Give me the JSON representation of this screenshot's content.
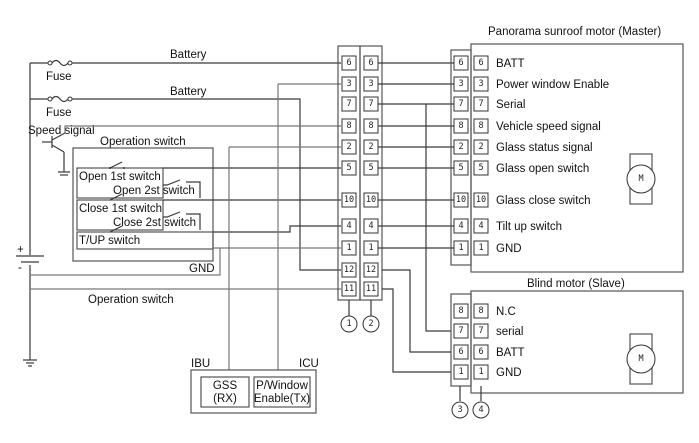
{
  "left_labels": {
    "battery_1": "Battery",
    "battery_2": "Battery",
    "fuse_1": "Fuse",
    "fuse_2": "Fuse",
    "speed_signal": "Speed signal",
    "operation_switch_group": "Operation switch",
    "open_1st": "Open 1st switch",
    "open_2st": "Open 2st switch",
    "close_1st": "Close 1st switch",
    "close_2st": "Close 2st switch",
    "tup": "T/UP switch",
    "gnd": "GND",
    "operation_switch_line": "Operation switch",
    "battery_plus": "+",
    "battery_minus": "-"
  },
  "ibu_icu": {
    "ibu_label": "IBU",
    "icu_label": "ICU",
    "gss_line1": "GSS",
    "gss_line2": "(RX)",
    "pwin_line1": "P/Window",
    "pwin_line2": "Enable(Tx)"
  },
  "connectors": {
    "c1": {
      "label": "1",
      "pins": [
        "6",
        "3",
        "7",
        "8",
        "2",
        "5",
        "10",
        "4",
        "1",
        "12",
        "11"
      ]
    },
    "c2": {
      "label": "2",
      "pins": [
        "6",
        "3",
        "7",
        "8",
        "2",
        "5",
        "10",
        "4",
        "1",
        "12",
        "11"
      ]
    },
    "c3": {
      "label": "3",
      "pins": [
        "8",
        "7",
        "6",
        "1"
      ]
    },
    "c4": {
      "label": "4",
      "pins": [
        "8",
        "7",
        "6",
        "1"
      ]
    }
  },
  "master": {
    "title": "Panorama sunroof motor (Master)",
    "motor": "M",
    "pins": [
      {
        "pin": "6",
        "label": "BATT"
      },
      {
        "pin": "3",
        "label": "Power window Enable"
      },
      {
        "pin": "7",
        "label": "Serial"
      },
      {
        "pin": "8",
        "label": "Vehicle speed signal"
      },
      {
        "pin": "2",
        "label": "Glass status signal"
      },
      {
        "pin": "5",
        "label": "Glass open switch"
      },
      {
        "pin": "10",
        "label": "Glass close switch"
      },
      {
        "pin": "4",
        "label": "Tilt up switch"
      },
      {
        "pin": "1",
        "label": "GND"
      }
    ]
  },
  "slave": {
    "title": "Blind motor (Slave)",
    "motor": "M",
    "pins": [
      {
        "pin": "8",
        "label": "N.C"
      },
      {
        "pin": "7",
        "label": "serial"
      },
      {
        "pin": "6",
        "label": "BATT"
      },
      {
        "pin": "1",
        "label": "GND"
      }
    ]
  }
}
